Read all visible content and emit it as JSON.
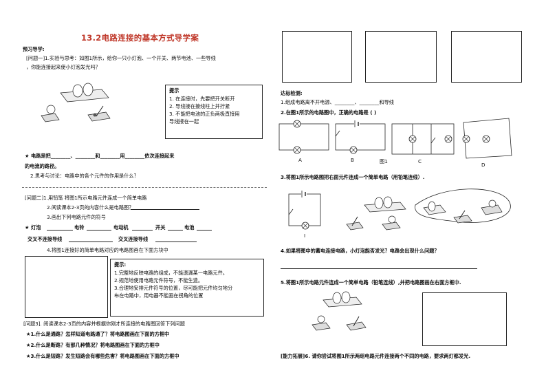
{
  "title": "13.2电路连接的基本方式导学案",
  "preview": {
    "heading": "预习导学:",
    "q1_line1": "[问题一]1.实验与思考：如图1所示，给你一只小灯泡、一个开关、两节电池、一些导线",
    "q1_line2": "，你能连接起来使小灯泡发光吗？",
    "tip1": {
      "title": "提示",
      "items": [
        "1.  在连接时，先要把开关断开",
        "2.  导线接在接线柱上并拧紧",
        "3.  不能把电池的正负两极直接用",
        "    导线接在一起"
      ]
    },
    "circuit_def_line1": "★ 电路是把________、________和________用________依次连接起来",
    "circuit_def_line2": "的电流的路径。",
    "q2": "2.思考与讨论：电路中的各个元件的作用是什么？"
  },
  "q2section": {
    "line1": "[问题二]1.用铅笔  将图1所示电路元件连成一个简单电路",
    "line2": "2.阅读课本2-3页的内容什么是电路图？",
    "line3": "3.画出下列电路元件的符号",
    "sym1_a": "★ 灯泡",
    "sym1_b": "电铃",
    "sym1_c": "电动机",
    "sym1_d": "开关",
    "sym1_e": "电池",
    "sym2_a": "交叉不连接导线",
    "sym2_b": "交叉连接导线",
    "line4": "4.将图1连接好的简单电路对应的电路图画在下面方块中",
    "tip2": {
      "title": "提示:",
      "items": [
        "1.完整地反映电路的组成，不能遗漏某一电路元件。",
        "2.规范地使用电路元件符号，不能生造。",
        "3.合理地安排元件符号的位置，尽可能把元件均匀地分",
        "布在电路中，用电器不能画在拐角的位置"
      ]
    }
  },
  "q3section": {
    "line1": "[问题3]. 阅读课本2-3页的内容并根据你刚才所连接的电路图回答下列问题",
    "item1": "★1.什么是通路？怎样知道电路通了？将电路图画在下面的方框中",
    "item2": "★2.什么是断路？有那几种情况？将电路图画在下面的方框中",
    "item3": "★3.什么是短路？发生短路会有哪些危害？将电路图画在下面的方框中"
  },
  "right": {
    "heading": "达标检测:",
    "q1": "1.组成电路离不开电源、________、________和导线",
    "q2": "2.在图1所示的电路图中，正确的电路是       (     )",
    "q2_labels": [
      "A",
      "B",
      "图1",
      "C",
      "D"
    ],
    "q3": "3.将图1所示电路图把右面元件连成一个简单电路（用铅笔连线）.",
    "q3_label": "I",
    "q4": "4.如果将图中的蓄电连接电路，小灯泡能否发光？电路会出现什么问题？",
    "q5": "5.将图1所示电路元件连成一个简单电路（铅笔连线）,并把电路图画在右面方框中.",
    "q6": "[能力拓展]6. 请你尝试将图1所示两组电路元件连接两个不同的电路，要求两灯都发光."
  }
}
